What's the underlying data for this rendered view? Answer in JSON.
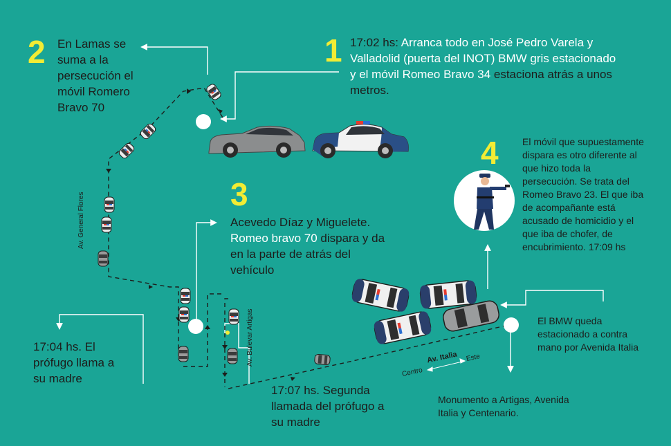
{
  "annotations": [
    {
      "id": "1",
      "parts": [
        {
          "t": "17:02 hs: ",
          "hl": false
        },
        {
          "t": "Arranca todo en José Pedro Varela y Valladolid (puerta del INOT) BMW gris estacionado y el móvil ",
          "hl": true
        },
        {
          "t": "Romeo Bravo 34",
          "hl": true
        },
        {
          "t": " estaciona atrás a unos metros.",
          "hl": false
        }
      ]
    },
    {
      "id": "2",
      "parts": [
        {
          "t": "En Lamas se suma a la persecución el móvil Romero Bravo 70",
          "hl": false
        }
      ]
    },
    {
      "id": "3",
      "parts": [
        {
          "t": "Acevedo Díaz y Miguelete. ",
          "hl": false
        },
        {
          "t": "Romeo bravo 70",
          "hl": true
        },
        {
          "t": " dispara y da en la parte de atrás del vehículo",
          "hl": false
        }
      ]
    },
    {
      "id": "4",
      "parts": [
        {
          "t": "El móvil que supuestamente dispara es otro diferente al que hizo toda la persecución. Se trata del Romeo Bravo 23. El que iba de acompañante está acusado de homicidio y el que iba de chofer, de encubrimiento.  17:09 hs",
          "hl": false
        }
      ]
    }
  ],
  "numbers": {
    "n1": "1",
    "n2": "2",
    "n3": "3",
    "n4": "4"
  },
  "notes": {
    "call1": "17:04 hs.  El prófugo llama a su madre",
    "call2": "17:07 hs. Segunda llamada del prófugo a su madre",
    "bmw": "El BMW queda estacionado a contra mano por Avenida Italia",
    "monument": "Monumento a Artigas, Avenida Italia y Centenario."
  },
  "streets": {
    "flores": "Av. General Flores",
    "artigas": "Av. Bulevar Artigas",
    "italia": "Av. Italia",
    "centro": "Centro",
    "este": "Este"
  },
  "colors": {
    "background": "#1aa596",
    "number": "#f2ec34",
    "highlight": "#ffffff",
    "line": "#ffffff",
    "route": "#1d1d1b"
  }
}
